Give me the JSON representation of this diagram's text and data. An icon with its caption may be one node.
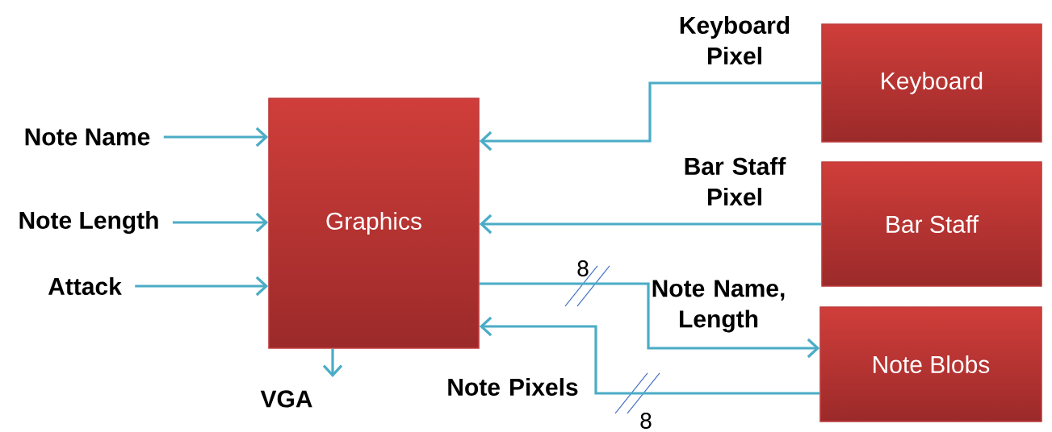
{
  "diagram": {
    "nodes": [
      {
        "text": [
          "Graphics"
        ]
      },
      {
        "text": [
          "Keyboard"
        ]
      },
      {
        "text": [
          "Bar Staff"
        ]
      },
      {
        "text": [
          "Note Blobs"
        ]
      },
      {
        "text": [
          "Note Name"
        ]
      },
      {
        "text": [
          "Note Length"
        ]
      },
      {
        "text": [
          "Attack"
        ]
      },
      {
        "text": [
          "VGA"
        ]
      }
    ],
    "edges": [
      {
        "from": 4,
        "to": 0,
        "arrow": "to"
      },
      {
        "from": 5,
        "to": 0,
        "arrow": "to"
      },
      {
        "from": 6,
        "to": 0,
        "arrow": "to"
      },
      {
        "from": 0,
        "to": 7,
        "arrow": "to"
      },
      {
        "from": 1,
        "to": 0,
        "arrow": "to",
        "label": "Keyboard Pixel"
      },
      {
        "from": 2,
        "to": 0,
        "arrow": "to",
        "label": "Bar Staff Pixel"
      },
      {
        "from": 0,
        "to": 3,
        "arrow": "to",
        "label": "Note Name, Length"
      },
      {
        "from": 3,
        "to": 0,
        "arrow": "to",
        "label": "Note Pixels"
      }
    ],
    "labels": [
      "8",
      "8"
    ]
  }
}
